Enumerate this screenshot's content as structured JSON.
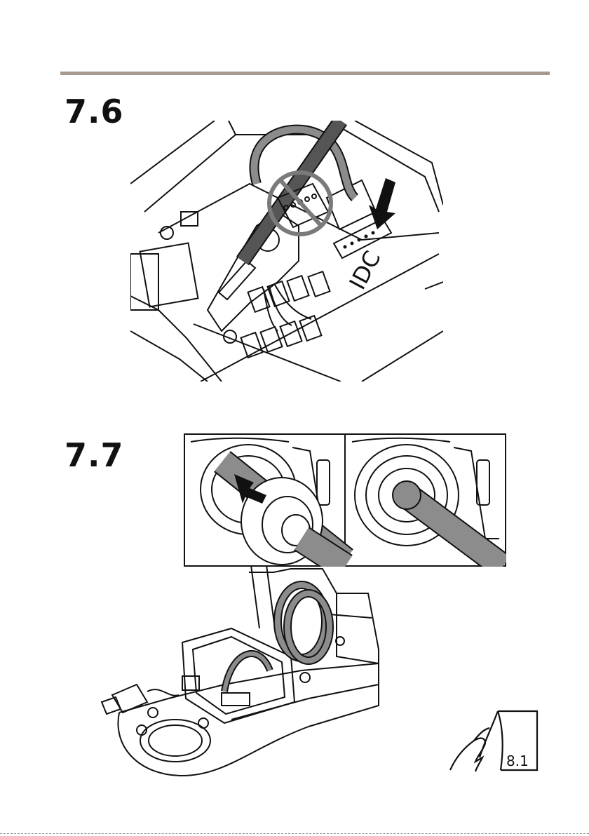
{
  "steps": [
    {
      "number": "7.6"
    },
    {
      "number": "7.7"
    }
  ],
  "figures": {
    "connector_label": "IDC",
    "next_step_ref": "8.1"
  },
  "colors": {
    "rule": "#a69a90",
    "cable": "#8c8c8c",
    "prohibit": "#7a7a7a",
    "line": "#111111"
  }
}
